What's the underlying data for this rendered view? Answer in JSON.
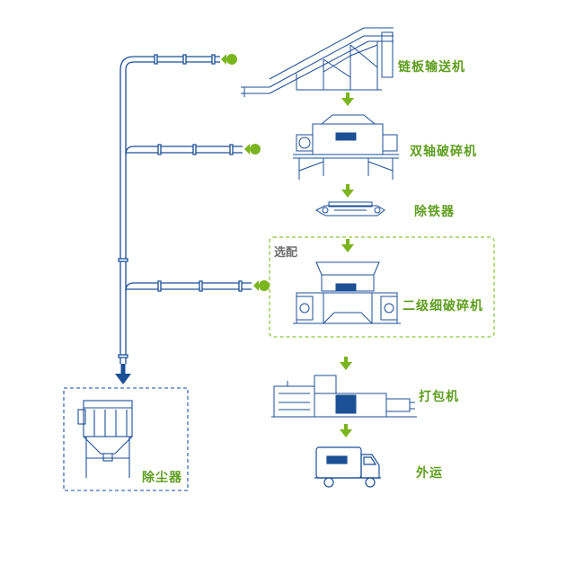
{
  "colors": {
    "line": "#1b4f96",
    "accent": "#7ab51d",
    "label": "#5e9e1e",
    "optional_box": "#8cc63f",
    "collector_box": "#3c6fb8"
  },
  "steps": [
    {
      "id": "chain-conveyor",
      "label": "链板输送机",
      "icon": "chain-conveyor-icon"
    },
    {
      "id": "dual-shaft-shredder",
      "label": "双轴破碎机",
      "icon": "shredder-icon"
    },
    {
      "id": "iron-remover",
      "label": "除铁器",
      "icon": "magnetic-separator-icon"
    },
    {
      "id": "secondary-shredder",
      "label": "二级细破碎机",
      "icon": "fine-shredder-icon"
    },
    {
      "id": "baler",
      "label": "打包机",
      "icon": "baler-icon"
    },
    {
      "id": "transport",
      "label": "外运",
      "icon": "truck-icon"
    }
  ],
  "optional_label": "选配",
  "dust_collector_label": "除尘器"
}
